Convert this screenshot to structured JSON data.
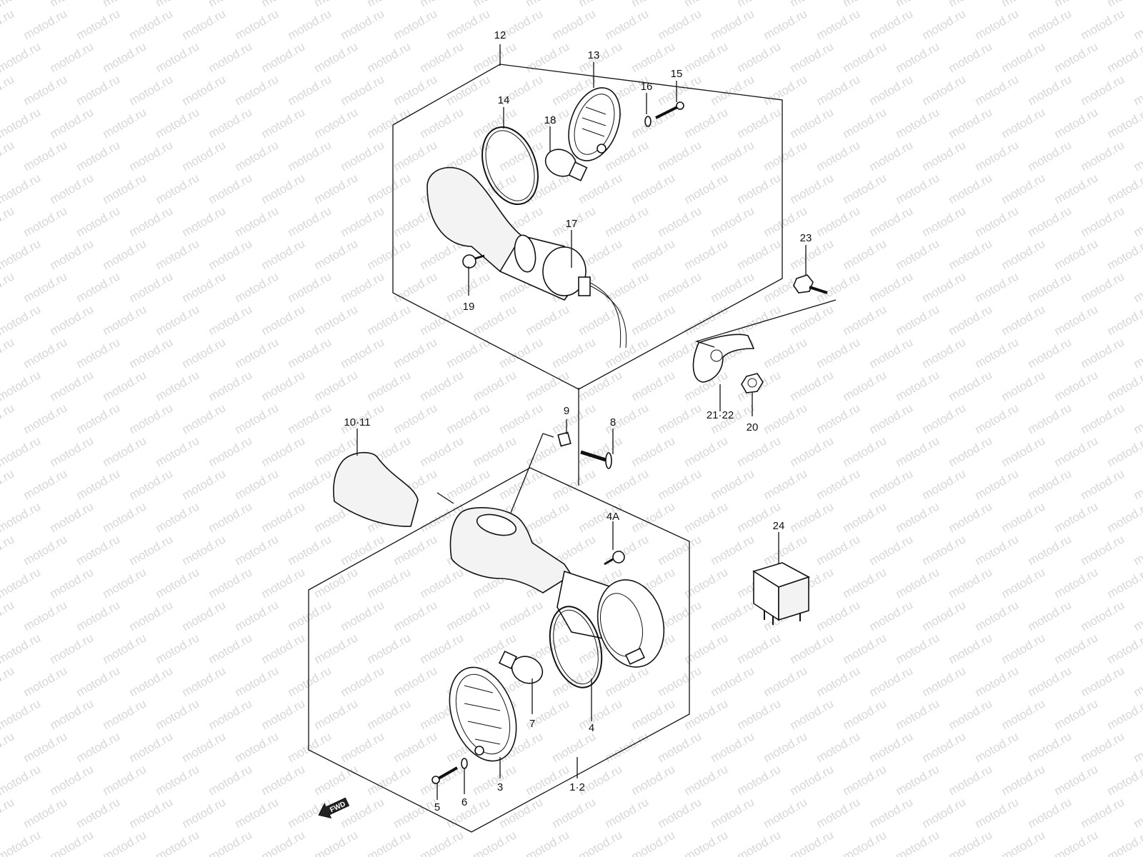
{
  "watermark": {
    "text": "motod.ru"
  },
  "callouts": {
    "c1_2": "1·2",
    "c3": "3",
    "c4": "4",
    "c4a": "4A",
    "c5": "5",
    "c6": "6",
    "c7": "7",
    "c8": "8",
    "c9": "9",
    "c10_11": "10·11",
    "c12": "12",
    "c13": "13",
    "c14": "14",
    "c15": "15",
    "c16": "16",
    "c17": "17",
    "c18": "18",
    "c19": "19",
    "c20": "20",
    "c21_22": "21·22",
    "c23": "23",
    "c24": "24"
  },
  "fwd_badge": {
    "label": "FWD"
  }
}
